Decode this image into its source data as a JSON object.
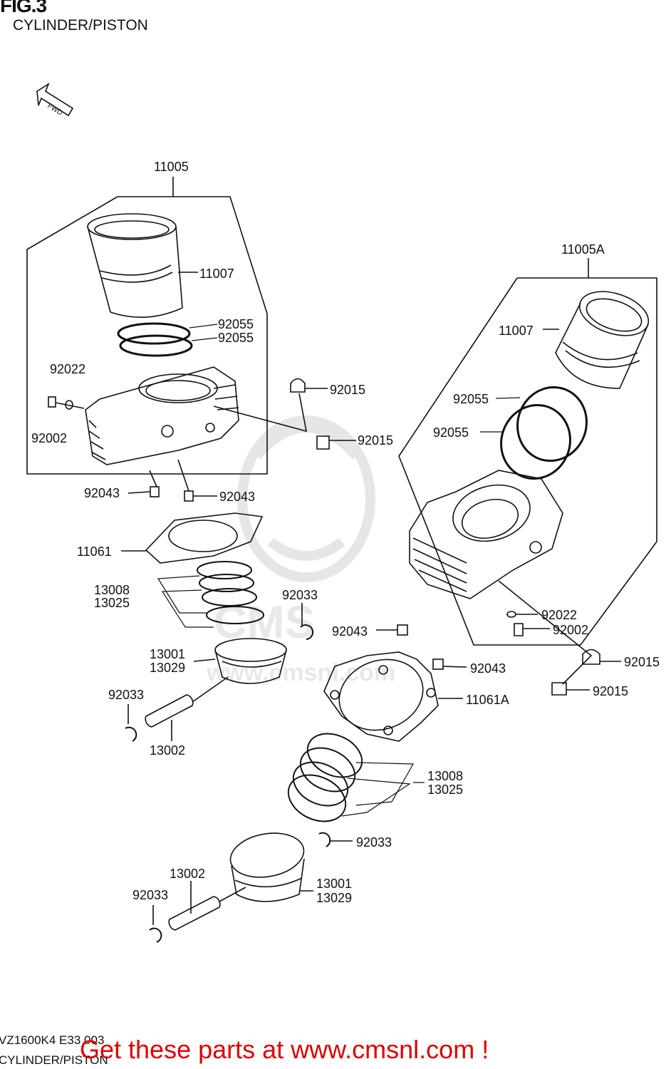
{
  "figure": {
    "title": "FIG.3",
    "subtitle": "CYLINDER/PISTON",
    "direction_marker": "FWD"
  },
  "footer": {
    "diagram_code": "VZ1600K4 E33 003",
    "subtitle": "CYLINDER/PISTON",
    "promo": "Get these parts at www.cmsnl.com !"
  },
  "watermark": "CMS www.cmsnl.com",
  "colors": {
    "promo": "#e00000",
    "ink": "#111111",
    "watermark": "#e6e6e6"
  },
  "part_labels": [
    {
      "id": "front-cylinder-assy",
      "text": "11005"
    },
    {
      "id": "front-liner",
      "text": "11007"
    },
    {
      "id": "front-oring-1",
      "text": "92055"
    },
    {
      "id": "front-oring-2",
      "text": "92055"
    },
    {
      "id": "front-washer",
      "text": "92022"
    },
    {
      "id": "front-bolt",
      "text": "92002"
    },
    {
      "id": "front-nut-top",
      "text": "92015"
    },
    {
      "id": "front-nut-bottom",
      "text": "92015"
    },
    {
      "id": "front-dowel-left",
      "text": "92043"
    },
    {
      "id": "front-dowel-right",
      "text": "92043"
    },
    {
      "id": "front-gasket",
      "text": "11061"
    },
    {
      "id": "front-ring-set",
      "text": "13008"
    },
    {
      "id": "front-ring-set-2",
      "text": "13025"
    },
    {
      "id": "front-clip-right",
      "text": "92033"
    },
    {
      "id": "front-piston",
      "text": "13001"
    },
    {
      "id": "front-piston-2",
      "text": "13029"
    },
    {
      "id": "front-clip-left",
      "text": "92033"
    },
    {
      "id": "front-pin",
      "text": "13002"
    },
    {
      "id": "rear-cylinder-assy",
      "text": "11005A"
    },
    {
      "id": "rear-liner",
      "text": "11007"
    },
    {
      "id": "rear-oring-1",
      "text": "92055"
    },
    {
      "id": "rear-oring-2",
      "text": "92055"
    },
    {
      "id": "rear-washer",
      "text": "92022"
    },
    {
      "id": "rear-bolt",
      "text": "92002"
    },
    {
      "id": "rear-dowel-left",
      "text": "92043"
    },
    {
      "id": "rear-dowel-right",
      "text": "92043"
    },
    {
      "id": "rear-nut-top",
      "text": "92015"
    },
    {
      "id": "rear-nut-bottom",
      "text": "92015"
    },
    {
      "id": "rear-gasket",
      "text": "11061A"
    },
    {
      "id": "rear-ring-set",
      "text": "13008"
    },
    {
      "id": "rear-ring-set-2",
      "text": "13025"
    },
    {
      "id": "rear-clip-right",
      "text": "92033"
    },
    {
      "id": "rear-pin",
      "text": "13002"
    },
    {
      "id": "rear-piston",
      "text": "13001"
    },
    {
      "id": "rear-piston-2",
      "text": "13029"
    },
    {
      "id": "rear-clip-left",
      "text": "92033"
    }
  ]
}
